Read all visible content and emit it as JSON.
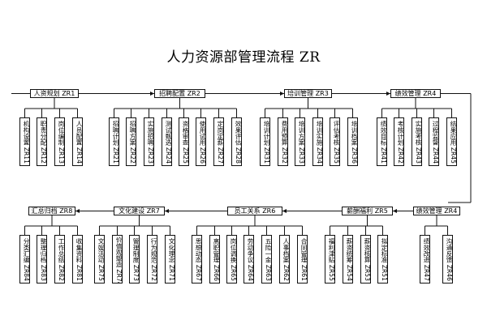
{
  "title": "人力资源部管理流程 ZR",
  "top_row": [
    {
      "label": "人资规划 ZR1",
      "children": [
        "机构设置 ZR11",
        "职责分配 ZR12",
        "岗位编制 ZR13",
        "人员配置 ZR14"
      ]
    },
    {
      "label": "招聘配置 ZR2",
      "children": [
        "招聘计划 ZR21",
        "招聘方案 ZR22",
        "实施招聘 ZR23",
        "测试甄选 ZR24",
        "资格审查 ZR25",
        "使用试用 ZR26",
        "定岗定薪 ZR27",
        "效果评估 ZR28"
      ]
    },
    {
      "label": "培训管理 ZR3",
      "children": [
        "培训计划 ZR31",
        "费用预算 ZR32",
        "培训方案 ZR33",
        "培训实施 ZR34",
        "评估考核 ZR35",
        "培训档案 ZR36"
      ]
    },
    {
      "label": "绩效管理 ZR4",
      "children": [
        "绩效目标 ZR41",
        "考核计划 ZR42",
        "实施考核 ZR43",
        "过程监督 ZR44",
        "结果应用 ZR45"
      ]
    }
  ],
  "bottom_row": [
    {
      "label": "汇总归档 ZR8",
      "children": [
        "分类汇编 ZR84",
        "整理归档 ZR83",
        "工作总结 ZR82",
        "收集资料 ZR81"
      ]
    },
    {
      "label": "文化建设 ZR7",
      "children": [
        "文娱活动 ZR75",
        "价值观塑造 ZR74",
        "管理制度 ZR73",
        "行为规范 ZR72",
        "文化理念 ZR71"
      ]
    },
    {
      "label": "员工关系 ZR6",
      "children": [
        "思想动态 ZR67",
        "离职管理 ZR66",
        "岗位调换 ZR65",
        "劳动争议 ZR64",
        "五险一金 ZR63",
        "人事档案 ZR62",
        "合同管理 ZR61"
      ]
    },
    {
      "label": "薪酬福利 ZR5",
      "children": [
        "福利津贴 ZR55",
        "薪资统筹 ZR54",
        "薪资核算 ZR53",
        "拟定标准 ZR51"
      ]
    },
    {
      "label": "绩效管理 ZR4",
      "children": [
        "绩效改进 ZR47",
        "沟通反馈 ZR46"
      ]
    }
  ]
}
